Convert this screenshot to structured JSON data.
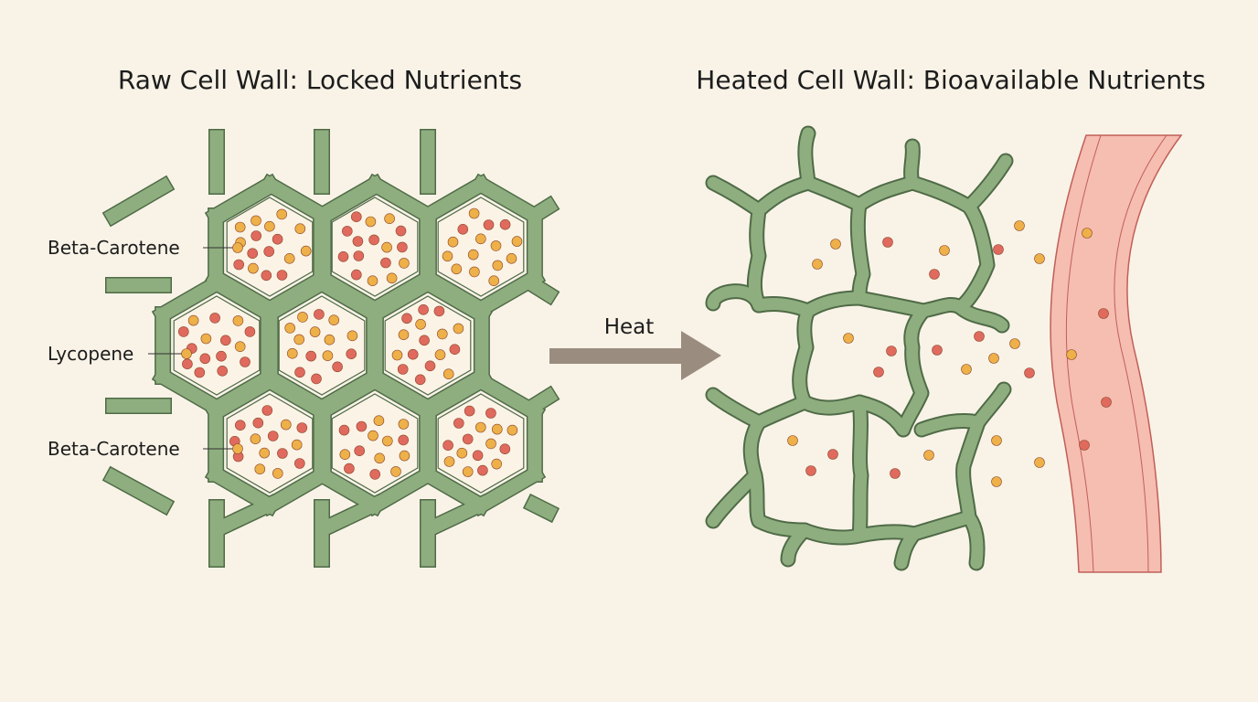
{
  "titles": {
    "raw": "Raw Cell Wall: Locked Nutrients",
    "heated": "Heated Cell Wall: Bioavailable Nutrients"
  },
  "labels": {
    "beta_carotene_top": "Beta-Carotene",
    "lycopene": "Lycopene",
    "beta_carotene_bottom": "Beta-Carotene",
    "heat": "Heat"
  },
  "colors": {
    "background": "#f9f3e7",
    "cell_wall": "#8fae7f",
    "cell_wall_outline": "#4f6b47",
    "cell_interior": "#fbf3e6",
    "lycopene": "#e06a5e",
    "beta_carotene": "#eeb048",
    "blood_vessel": "#f6bdb1",
    "blood_vessel_outline": "#c05f58",
    "arrow": "#9a8d80"
  }
}
